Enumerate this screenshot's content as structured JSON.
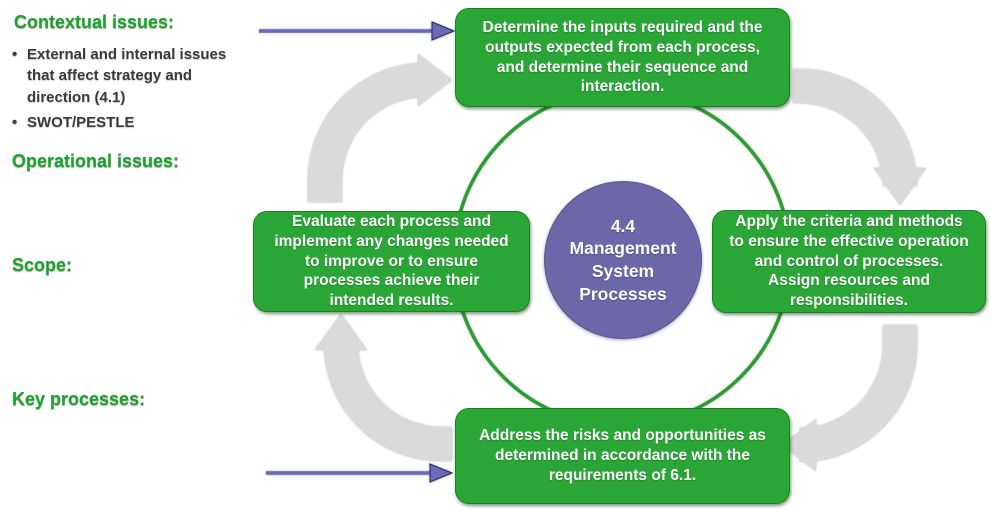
{
  "colors": {
    "box_green": "#2aa637",
    "box_border_green": "#1b8026",
    "ring_green": "#2e9b33",
    "circle_purple": "#6b67a9",
    "pointer_purple": "#6a6ab8",
    "pointer_outline": "#28285f",
    "cycle_arrow_gray": "#dadada",
    "heading_green": "#17a428",
    "body_text": "#3b3b3b",
    "box_text": "#ffffff"
  },
  "left_panel": {
    "bullet_char": "•",
    "sections": [
      {
        "heading": "Contextual issues:",
        "bullets": [
          "External and internal issues that affect strategy and direction (4.1)",
          "SWOT/PESTLE"
        ]
      },
      {
        "heading": "Operational issues:"
      },
      {
        "heading": "Scope:"
      },
      {
        "heading": "Key processes:"
      }
    ]
  },
  "center_circle": {
    "lines": [
      "4.4",
      "Management",
      "System",
      "Processes"
    ]
  },
  "process_boxes": {
    "top": "Determine the inputs required and the outputs expected from each process, and determine their sequence and interaction.",
    "right": "Apply the criteria and methods to ensure the effective operation and control of processes. Assign resources and responsibilities.",
    "bottom": "Address the risks and opportunities as determined in accordance with the requirements of 6.1.",
    "left": "Evaluate each process and implement any changes needed to improve or to ensure processes achieve their intended results."
  },
  "cycle_arrows": [
    "left-to-top",
    "top-to-right",
    "right-to-bottom",
    "bottom-to-left"
  ],
  "pointer_arrows": [
    "contextual-issues-to-top-box",
    "key-processes-to-bottom-box"
  ]
}
